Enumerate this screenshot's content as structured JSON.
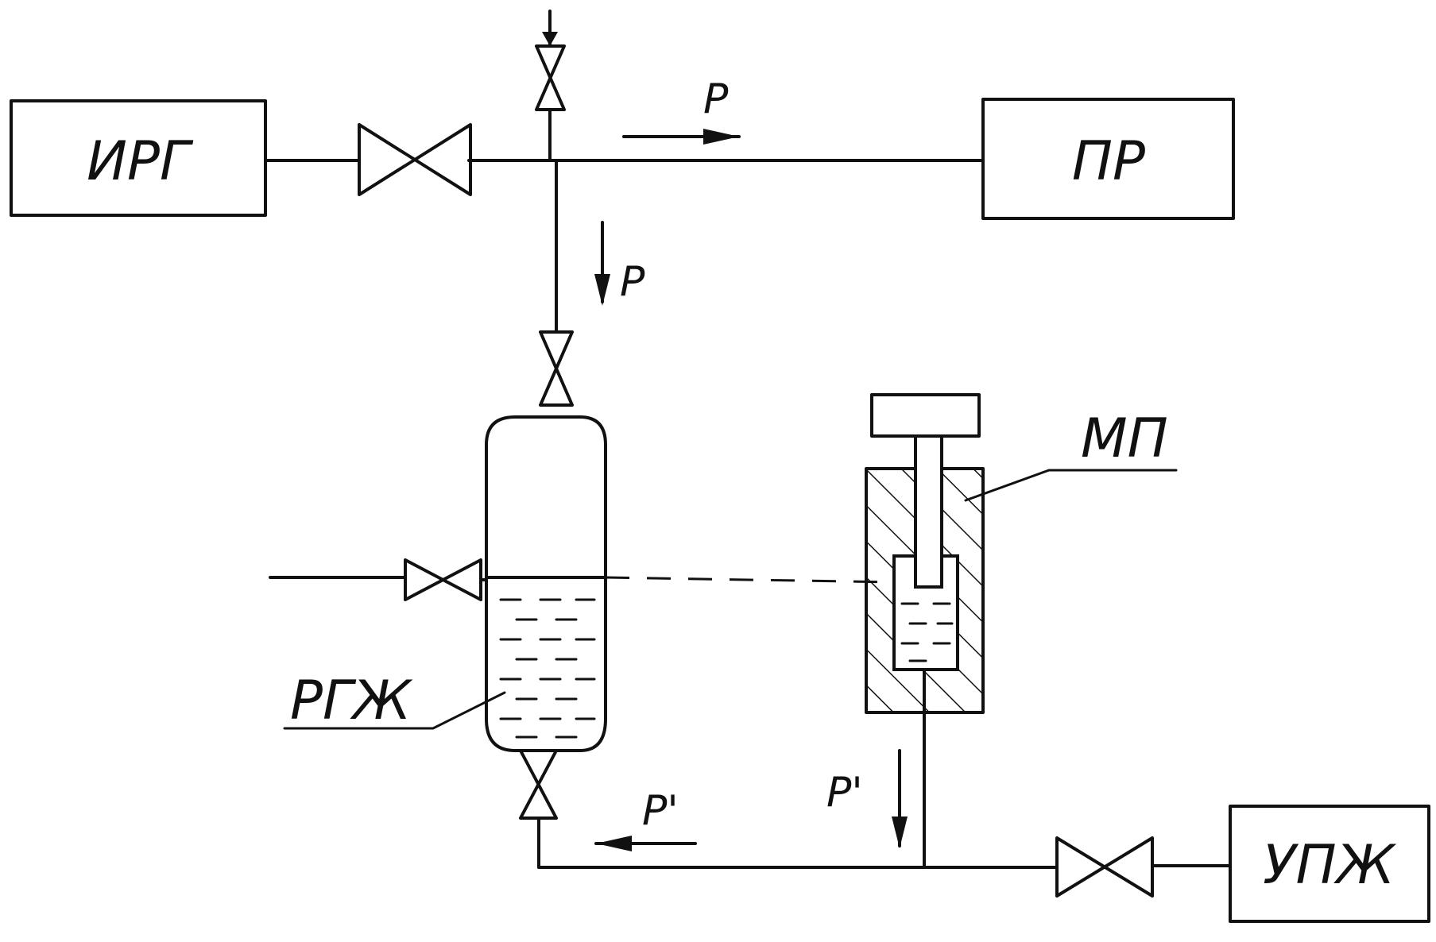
{
  "diagram": {
    "blocks": {
      "irg": "ИРГ",
      "pr": "ПР",
      "upzh": "УПЖ"
    },
    "callouts": {
      "rgzh": "РГЖ",
      "mp": "МП"
    },
    "flows": {
      "p_horizontal": "Р",
      "p_vertical": "Р",
      "p_prime_horizontal": "Р'",
      "p_prime_vertical": "Р'"
    },
    "colors": {
      "ink": "#111111",
      "paper": "#ffffff"
    }
  }
}
